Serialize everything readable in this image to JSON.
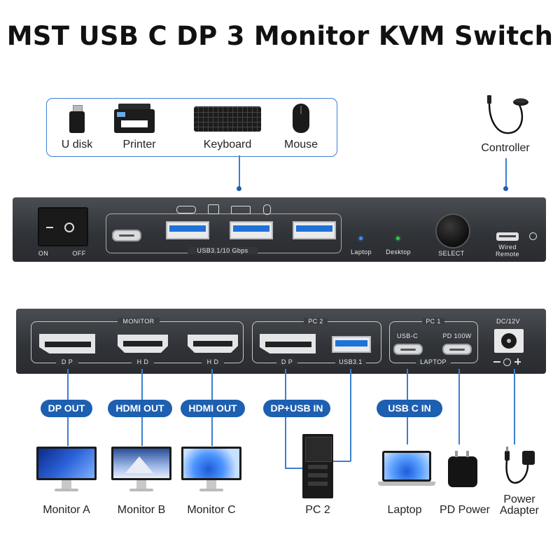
{
  "title": "MST USB C DP 3 Monitor KVM Switch",
  "peripherals": [
    {
      "label": "U disk",
      "icon": "usb-drive-icon"
    },
    {
      "label": "Printer",
      "icon": "printer-icon"
    },
    {
      "label": "Keyboard",
      "icon": "keyboard-icon"
    },
    {
      "label": "Mouse",
      "icon": "mouse-icon"
    }
  ],
  "controller_label": "Controller",
  "front": {
    "on": "ON",
    "off": "OFF",
    "usb_label": "USB3.1/10 Gbps",
    "laptop": "Laptop",
    "desktop": "Desktop",
    "select": "SELECT",
    "wired_remote_1": "Wired",
    "wired_remote_2": "Remote"
  },
  "back": {
    "monitor": "MONITOR",
    "dp": "D P",
    "hd1": "H D",
    "hd2": "H D",
    "pc2": "PC 2",
    "pc2_dp": "D P",
    "usb31": "USB3.1",
    "pc1": "PC 1",
    "usbc": "USB-C",
    "pd": "PD 100W",
    "laptop": "LAPTOP",
    "dc": "DC/12V"
  },
  "pills": [
    "DP OUT",
    "HDMI OUT",
    "HDMI OUT",
    "DP+USB IN",
    "USB C IN"
  ],
  "devices": [
    "Monitor A",
    "Monitor B",
    "Monitor C",
    "PC 2",
    "Laptop",
    "PD Power",
    "Power",
    "Adapter"
  ],
  "colors": {
    "accent": "#1d5fb0",
    "panel": "#35383c",
    "led_laptop": "#3a8fff",
    "led_desktop": "#2ecc40"
  }
}
